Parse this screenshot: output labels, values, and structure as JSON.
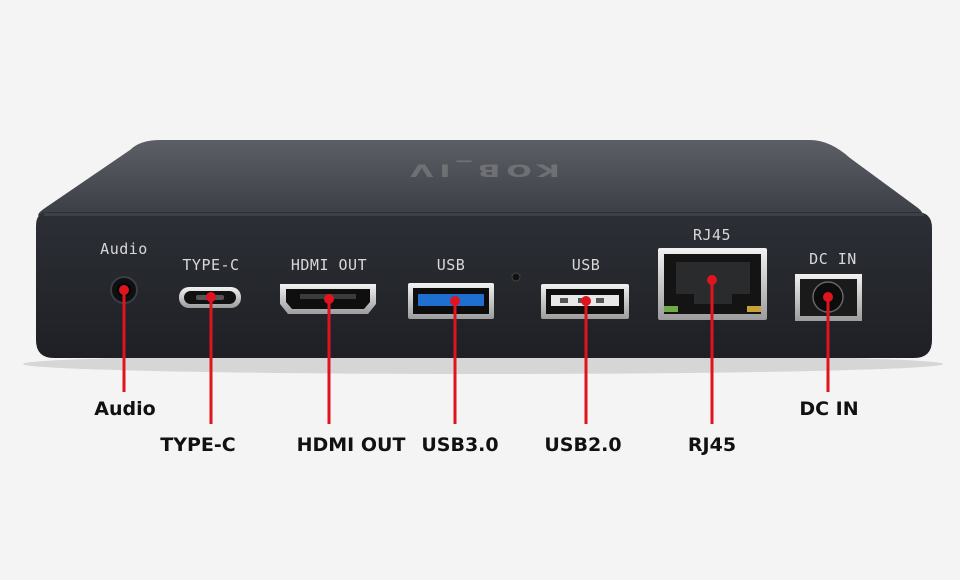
{
  "device": {
    "brand_mark": "KOB_IV",
    "port_labels": {
      "audio": "Audio",
      "type_c": "TYPE-C",
      "hdmi": "HDMI OUT",
      "usb3": "USB",
      "usb2": "USB",
      "rj45": "RJ45",
      "dc_in": "DC IN"
    },
    "colors": {
      "body": "#24262b",
      "callout_line": "#e0141e",
      "usb3_insert": "#1f6fd0"
    }
  },
  "callouts": {
    "audio": "Audio",
    "type_c": "TYPE-C",
    "hdmi": "HDMI OUT",
    "usb3": "USB3.0",
    "usb2": "USB2.0",
    "rj45": "RJ45",
    "dc_in": "DC IN"
  }
}
